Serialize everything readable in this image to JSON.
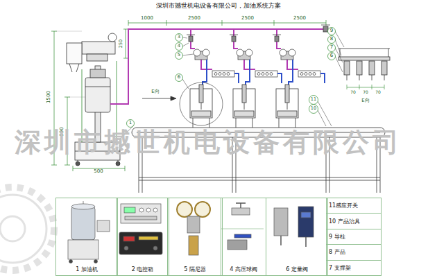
{
  "diagram": {
    "title": "深圳市撼世机电设备有限公司，加油系统方案",
    "nodes": [
      {
        "text": [
          "1 加油机"
        ]
      },
      {
        "text": [
          "2 电控箱"
        ]
      },
      {
        "text": [
          "5 隔尼器"
        ]
      },
      {
        "text": [
          "4 高压球阀"
        ]
      },
      {
        "text": [
          "6 定量阀"
        ]
      },
      {
        "text": [
          "11感应开关",
          "10 产品治具",
          "9 导柱",
          "8 产品",
          "7 支撑架"
        ]
      }
    ],
    "labels": [
      "1000",
      "2500",
      "2500",
      "2500",
      "250",
      "1500",
      "990",
      "500",
      "E向",
      "E向",
      "70",
      "70",
      "70",
      "1",
      "3",
      "4",
      "5",
      "6",
      "9",
      "8",
      "7",
      "6",
      "11",
      "10",
      "深圳市撼世机电设备有限公司"
    ]
  }
}
